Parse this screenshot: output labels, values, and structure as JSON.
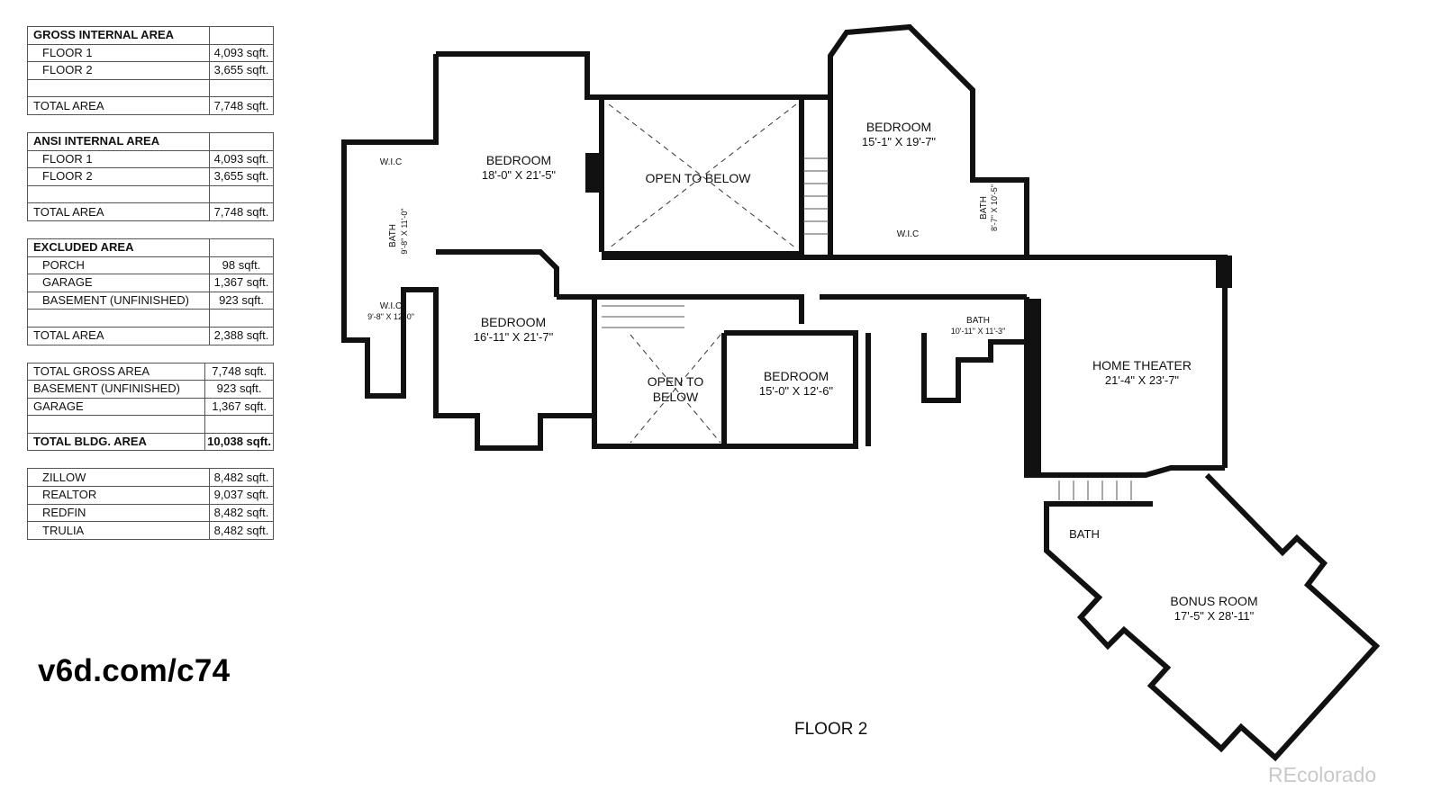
{
  "area_tables": [
    {
      "rows": [
        {
          "label": "GROSS INTERNAL AREA",
          "value": "",
          "style": "header"
        },
        {
          "label": "FLOOR 1",
          "value": "4,093 sqft.",
          "style": "indent"
        },
        {
          "label": "FLOOR 2",
          "value": "3,655 sqft.",
          "style": "indent"
        },
        {
          "label": "",
          "value": "",
          "style": "plain"
        },
        {
          "label": "TOTAL AREA",
          "value": "7,748 sqft.",
          "style": "plain"
        }
      ]
    },
    {
      "rows": [
        {
          "label": "ANSI INTERNAL AREA",
          "value": "",
          "style": "header"
        },
        {
          "label": "FLOOR 1",
          "value": "4,093 sqft.",
          "style": "indent"
        },
        {
          "label": "FLOOR 2",
          "value": "3,655 sqft.",
          "style": "indent"
        },
        {
          "label": "",
          "value": "",
          "style": "plain"
        },
        {
          "label": "TOTAL AREA",
          "value": "7,748 sqft.",
          "style": "plain"
        }
      ]
    },
    {
      "rows": [
        {
          "label": "EXCLUDED AREA",
          "value": "",
          "style": "header"
        },
        {
          "label": "PORCH",
          "value": "98 sqft.",
          "style": "indent"
        },
        {
          "label": "GARAGE",
          "value": "1,367 sqft.",
          "style": "indent"
        },
        {
          "label": "BASEMENT (UNFINISHED)",
          "value": "923 sqft.",
          "style": "indent"
        },
        {
          "label": "",
          "value": "",
          "style": "plain"
        },
        {
          "label": "TOTAL AREA",
          "value": "2,388 sqft.",
          "style": "plain"
        }
      ]
    },
    {
      "rows": [
        {
          "label": "TOTAL GROSS AREA",
          "value": "7,748 sqft.",
          "style": "plain"
        },
        {
          "label": "BASEMENT (UNFINISHED)",
          "value": "923 sqft.",
          "style": "plain"
        },
        {
          "label": "GARAGE",
          "value": "1,367 sqft.",
          "style": "plain"
        },
        {
          "label": "",
          "value": "",
          "style": "plain"
        },
        {
          "label": "TOTAL BLDG. AREA",
          "value": "10,038 sqft.",
          "style": "header"
        }
      ]
    },
    {
      "rows": [
        {
          "label": "ZILLOW",
          "value": "8,482 sqft.",
          "style": "indent"
        },
        {
          "label": "REALTOR",
          "value": "9,037 sqft.",
          "style": "indent"
        },
        {
          "label": "REDFIN",
          "value": "8,482 sqft.",
          "style": "indent"
        },
        {
          "label": "TRULIA",
          "value": "8,482 sqft.",
          "style": "indent"
        }
      ]
    }
  ],
  "brand_link": "v6d.com/c74",
  "floor_label": "FLOOR 2",
  "watermark": "REcolorado",
  "rooms": {
    "bedroom_1": {
      "name": "BEDROOM",
      "dims": "18'-0\" X 21'-5\""
    },
    "open_below_1": {
      "name": "OPEN TO BELOW"
    },
    "bedroom_2": {
      "name": "BEDROOM",
      "dims": "15'-1\" X 19'-7\""
    },
    "wic_1": {
      "name": "W.I.C"
    },
    "bath_1": {
      "name": "BATH",
      "dims": "9'-8\" X 11'-0\""
    },
    "wic_2": {
      "name": "W.I.C",
      "dims": "9'-8\" X 12'-0\""
    },
    "bedroom_3": {
      "name": "BEDROOM",
      "dims": "16'-11\" X 21'-7\""
    },
    "open_below_2": {
      "name": "OPEN TO",
      "name2": "BELOW"
    },
    "bedroom_4": {
      "name": "BEDROOM",
      "dims": "15'-0\" X 12'-6\""
    },
    "wic_3": {
      "name": "W.I.C"
    },
    "bath_2": {
      "name": "BATH",
      "dims": "8'-7\" X 10'-5\""
    },
    "bath_3": {
      "name": "BATH",
      "dims": "10'-11\" X 11'-3\""
    },
    "home_theater": {
      "name": "HOME THEATER",
      "dims": "21'-4\" X 23'-7\""
    },
    "bath_4": {
      "name": "BATH"
    },
    "bonus_room": {
      "name": "BONUS ROOM",
      "dims": "17'-5\" X 28'-11\""
    }
  }
}
